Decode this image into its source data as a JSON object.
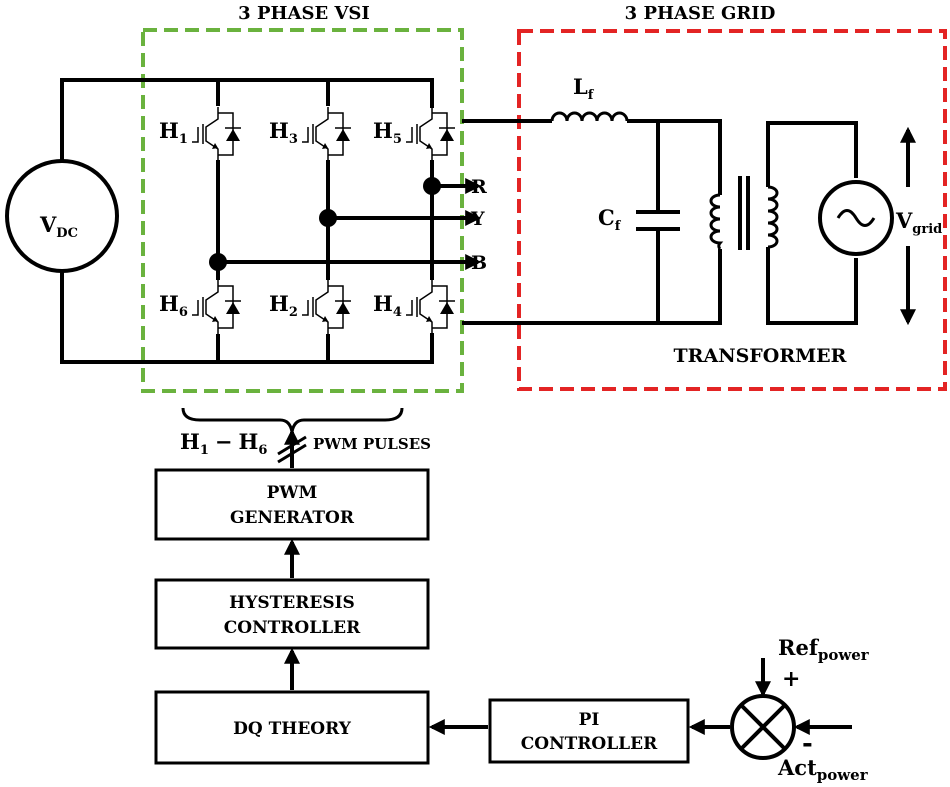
{
  "inverter": {
    "title": "3 PHASE VSI",
    "border_color": "#6ab23e",
    "source_label": "V",
    "source_sub": "DC",
    "switches": [
      {
        "name": "switch-h1",
        "letter": "H",
        "sub": "1"
      },
      {
        "name": "switch-h3",
        "letter": "H",
        "sub": "3"
      },
      {
        "name": "switch-h5",
        "letter": "H",
        "sub": "5"
      },
      {
        "name": "switch-h6",
        "letter": "H",
        "sub": "6"
      },
      {
        "name": "switch-h2",
        "letter": "H",
        "sub": "2"
      },
      {
        "name": "switch-h4",
        "letter": "H",
        "sub": "4"
      }
    ],
    "phases": {
      "r": "R",
      "y": "Y",
      "b": "B"
    }
  },
  "grid": {
    "title": "3 PHASE GRID",
    "border_color": "#e32424",
    "inductor_label": "L",
    "inductor_sub": "f",
    "capacitor_label": "C",
    "capacitor_sub": "f",
    "transformer_label": "TRANSFORMER",
    "source_label": "V",
    "source_sub": "grid"
  },
  "control": {
    "range_label": "H",
    "range_sub_start": "1",
    "range_dash": "−",
    "range_sub_end": "6",
    "pwm_pulses_label": "PWM PULSES",
    "blocks": {
      "pwm_generator": [
        "PWM",
        "GENERATOR"
      ],
      "hysteresis_controller": [
        "HYSTERESIS",
        "CONTROLLER"
      ],
      "dq_theory": [
        "DQ THEORY"
      ],
      "pi_controller": [
        "PI",
        "CONTROLLER"
      ]
    },
    "ref": {
      "label": "Ref",
      "sub": "power",
      "sign": "+"
    },
    "act": {
      "label": "Act",
      "sub": "power",
      "sign": "-"
    }
  }
}
